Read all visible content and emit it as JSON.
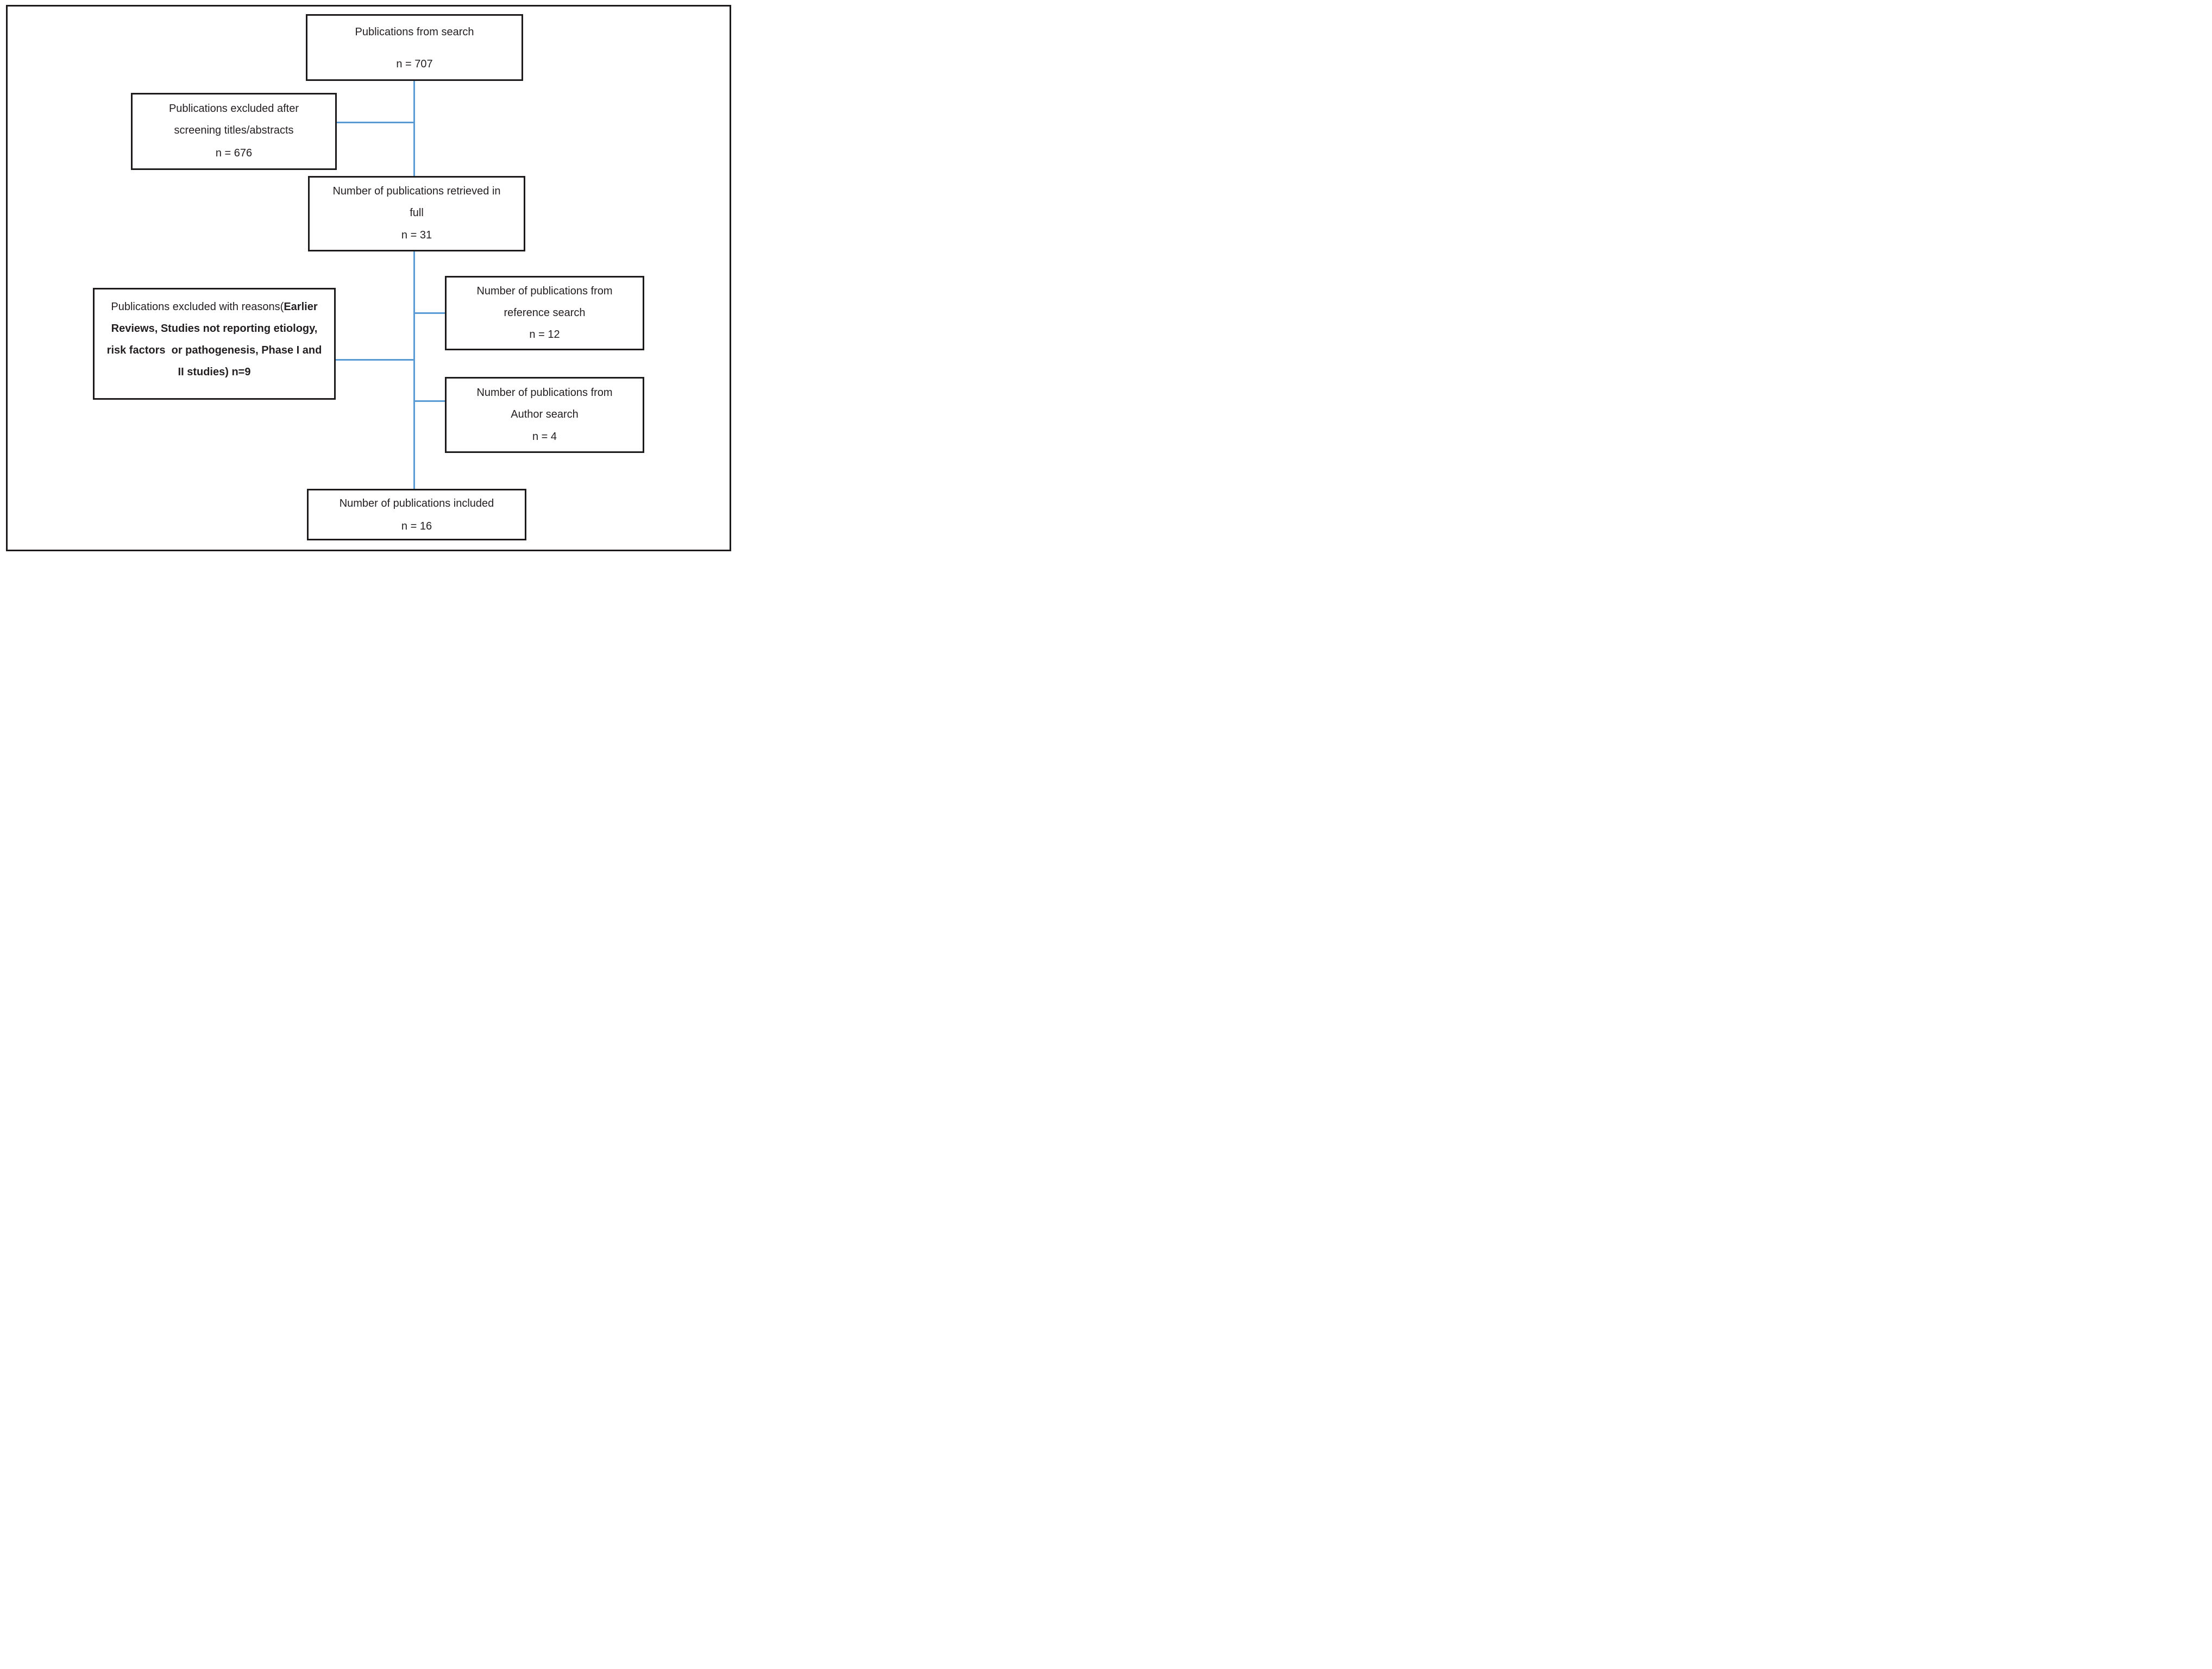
{
  "diagram": {
    "kind": "publication-selection-flowchart",
    "colors": {
      "connector": "#5B9BD5",
      "border": "#1C1A1B",
      "text": "#231F20",
      "background": "#FFFFFF"
    },
    "boxes": {
      "search": {
        "title": "Publications from search",
        "count": "n = 707"
      },
      "excluded_screening": {
        "title": "Publications excluded after\nscreening titles/abstracts",
        "count": "n = 676"
      },
      "retrieved_full": {
        "title": "Number of publications retrieved in\nfull",
        "count": "n = 31"
      },
      "excluded_reasons": {
        "prefix": "Publications excluded with reasons(",
        "bold": "Earlier Reviews, Studies not reporting etiology, risk factors  or pathogenesis, Phase I and II studies) n=9"
      },
      "reference_search": {
        "title": "Number of publications from\nreference search",
        "count": "n = 12"
      },
      "author_search": {
        "title": "Number of publications from\nAuthor search",
        "count": "n = 4"
      },
      "included": {
        "title": "Number of publications included",
        "count": "n = 16"
      }
    }
  }
}
